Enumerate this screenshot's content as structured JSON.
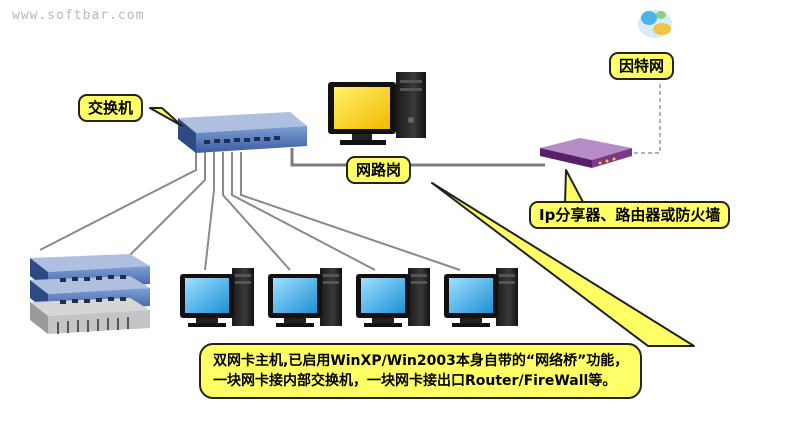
{
  "watermark": "www.softbar.com",
  "labels": {
    "switch": "交换机",
    "gateway": "网路岗",
    "internet": "因特网",
    "router": "Ip分享器、路由器或防火墙"
  },
  "note": {
    "line1": "双网卡主机,已启用WinXP/Win2003本身自带的“网络桥”功能，",
    "line2": "一块网卡接内部交换机，一块网卡接出口Router/FireWall等。"
  },
  "colors": {
    "callout_fill": "#ffff66",
    "switch_blue": "#4a6ca8",
    "monitor_screen": "#33a6e6",
    "gateway_screen": "#ffd200",
    "router_purple": "#6a2a78",
    "cable": "#8a8a8a"
  }
}
